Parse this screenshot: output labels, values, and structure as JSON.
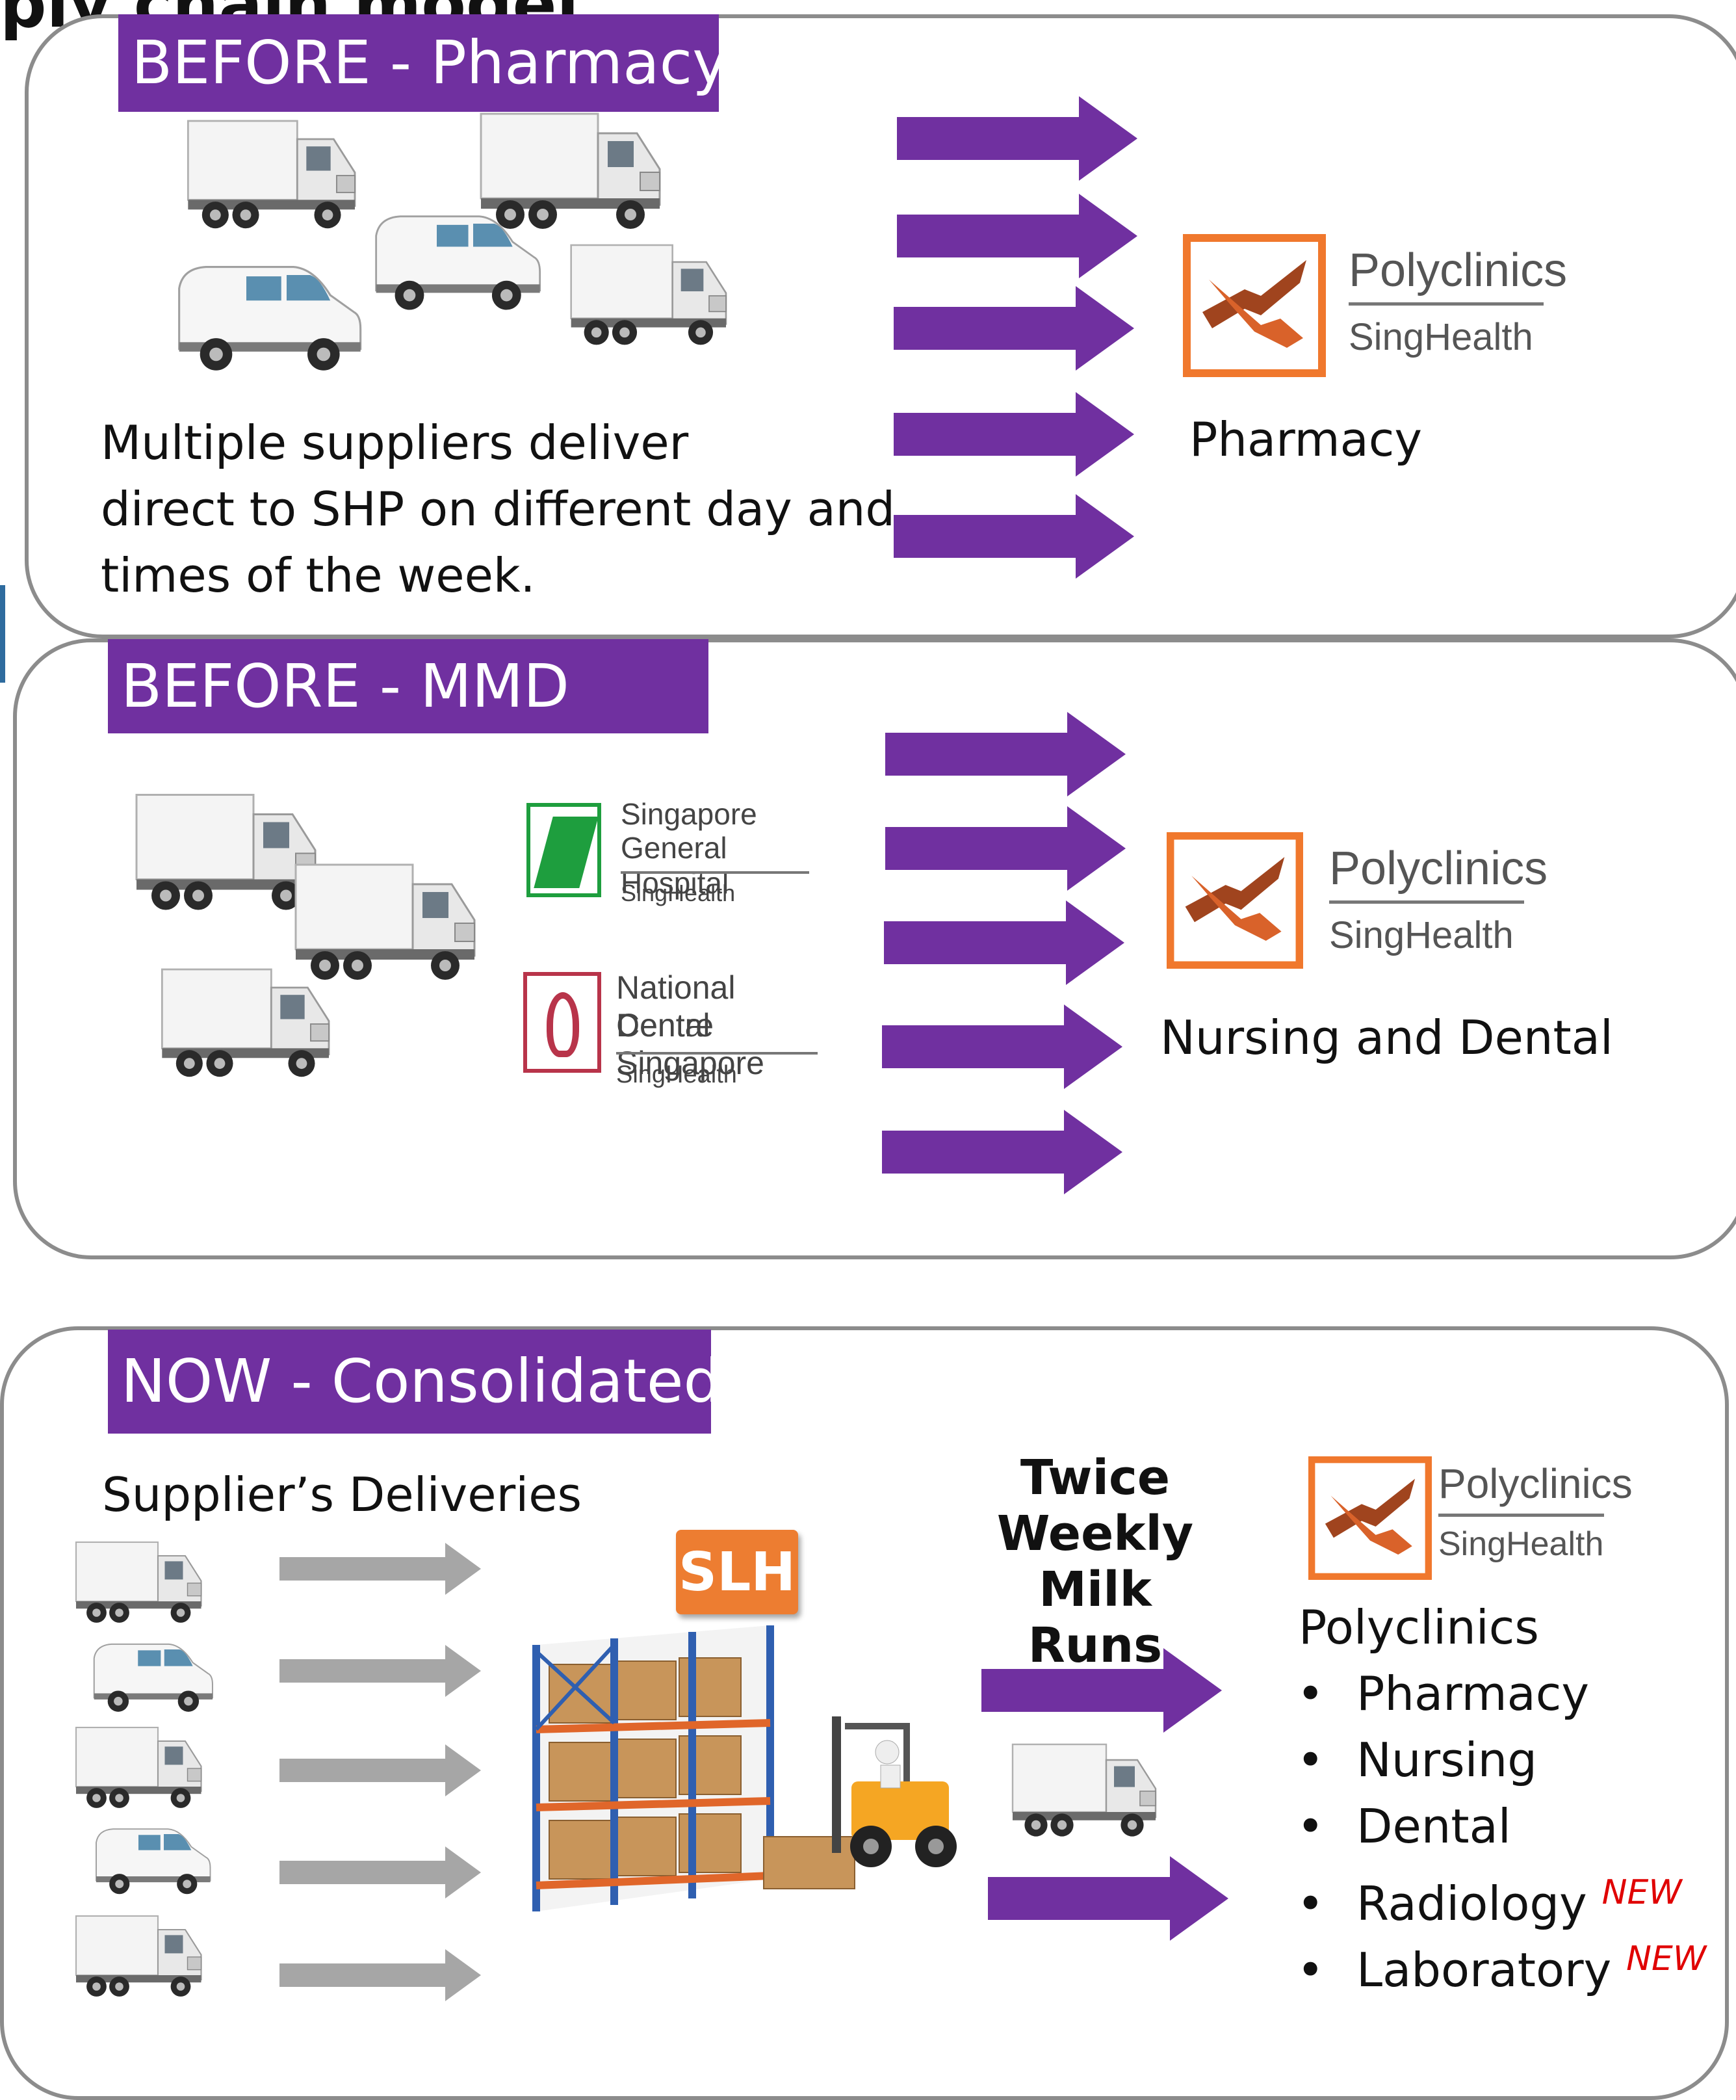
{
  "top_title_fragment": "ply chain model",
  "panels": {
    "pharmacy": {
      "title": "BEFORE - Pharmacy",
      "description_lines": [
        "Multiple suppliers deliver",
        "direct to SHP on different day and",
        "times of the week."
      ],
      "destination_label": "Pharmacy"
    },
    "mmd": {
      "title": "BEFORE - MMD",
      "sgh_logo": {
        "line1": "Singapore",
        "line2": "General Hospital",
        "line3": "SingHealth"
      },
      "ndc_logo": {
        "line1": "National Dental",
        "line2": "Centre Singapore",
        "line3": "SingHealth"
      },
      "destination_label": "Nursing and Dental"
    },
    "now": {
      "title": "NOW - Consolidated",
      "suppliers_label": "Supplier’s Deliveries",
      "hub_label": "SLH",
      "milk_runs_lines": [
        "Twice",
        "Weekly",
        "Milk Runs"
      ],
      "destination_label": "Polyclinics",
      "services": [
        {
          "label": "Pharmacy",
          "tag": ""
        },
        {
          "label": "Nursing",
          "tag": ""
        },
        {
          "label": "Dental",
          "tag": ""
        },
        {
          "label": "Radiology",
          "tag": "NEW"
        },
        {
          "label": "Laboratory",
          "tag": "NEW"
        }
      ]
    }
  },
  "polyclinics_logo": {
    "name": "Polyclinics",
    "sub": "SingHealth"
  },
  "bullet_char": "•",
  "colors": {
    "accent_purple": "#7030a0",
    "grey_arrow": "#a6a6a6",
    "slh_orange": "#ed7d31",
    "logo_orange": "#f0782d",
    "new_red": "#e00000"
  },
  "icons": [
    "truck-icon",
    "van-icon",
    "warehouse-icon",
    "forklift-icon",
    "polyclinics-logo-icon",
    "sgh-logo-icon",
    "ndc-logo-icon"
  ]
}
